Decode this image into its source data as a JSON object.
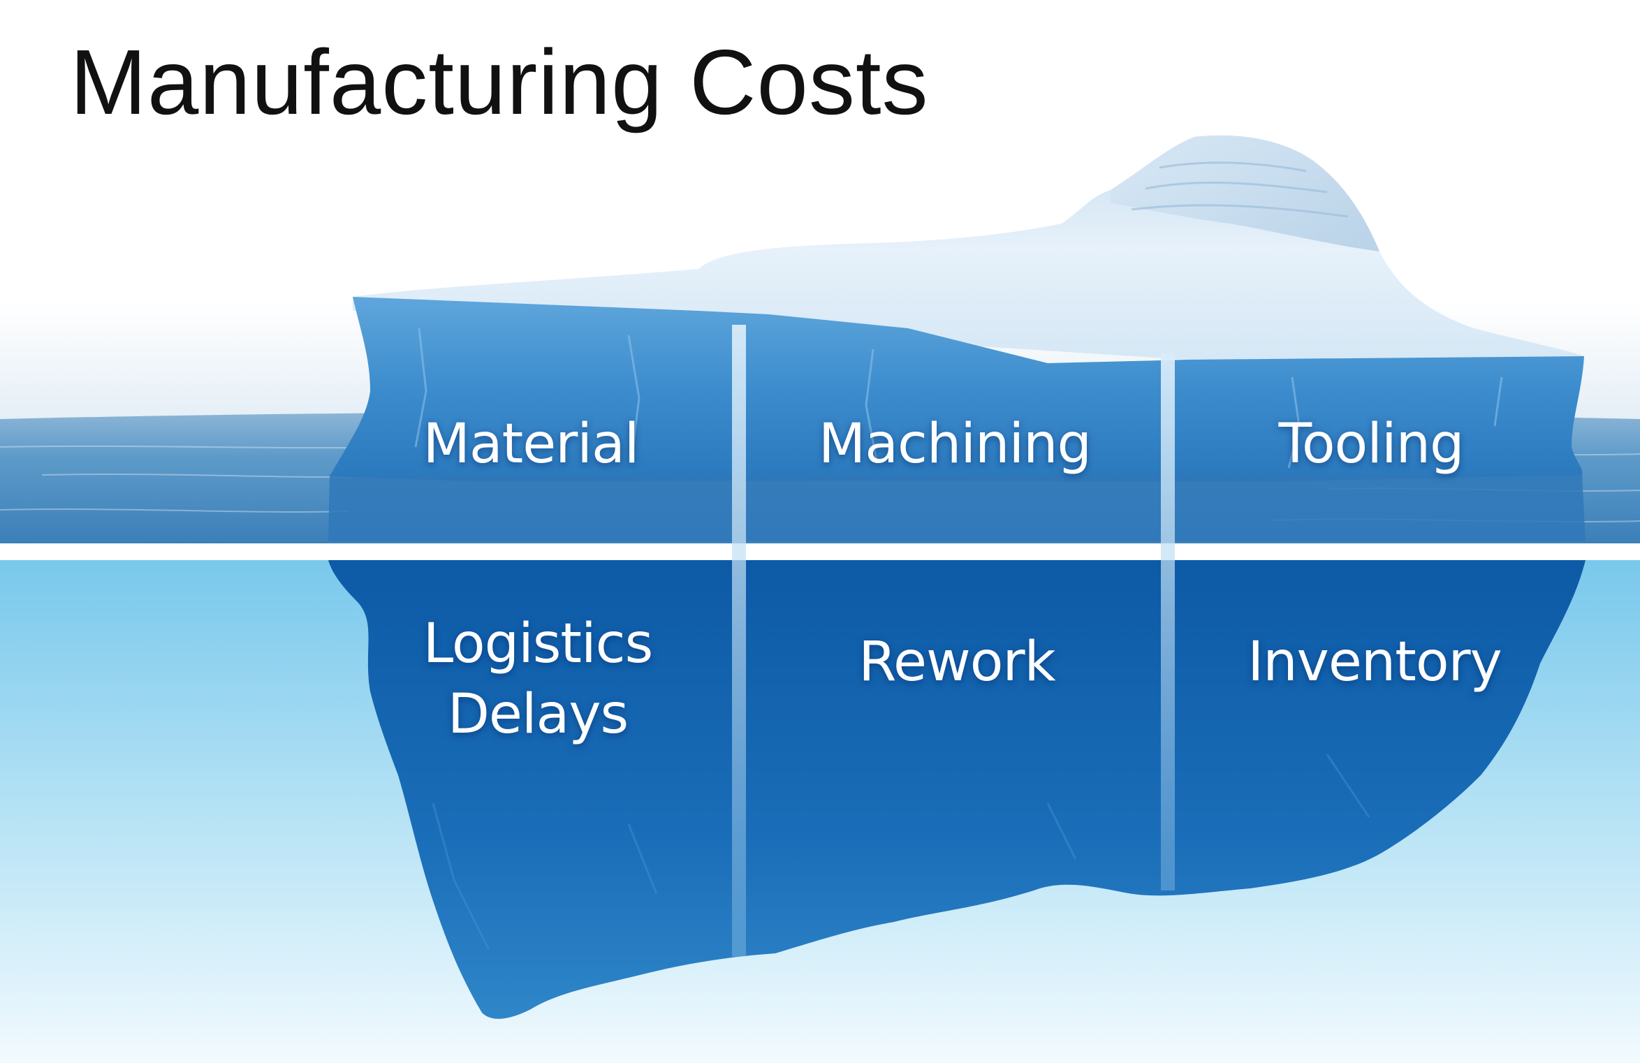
{
  "title": "Manufacturing Costs",
  "above_water": [
    {
      "label": "Material"
    },
    {
      "label": "Machining"
    },
    {
      "label": "Tooling"
    }
  ],
  "below_water": [
    {
      "label": "Logistics\nDelays"
    },
    {
      "label": "Rework"
    },
    {
      "label": "Inventory"
    }
  ],
  "colors": {
    "ice_top": "#e8f2fa",
    "ice_face": "#3a8fd0",
    "ice_underwater": "#1466b0",
    "water_surface": "#4f94c8",
    "water_deep": "#a8dcf2",
    "text": "#ffffff"
  }
}
